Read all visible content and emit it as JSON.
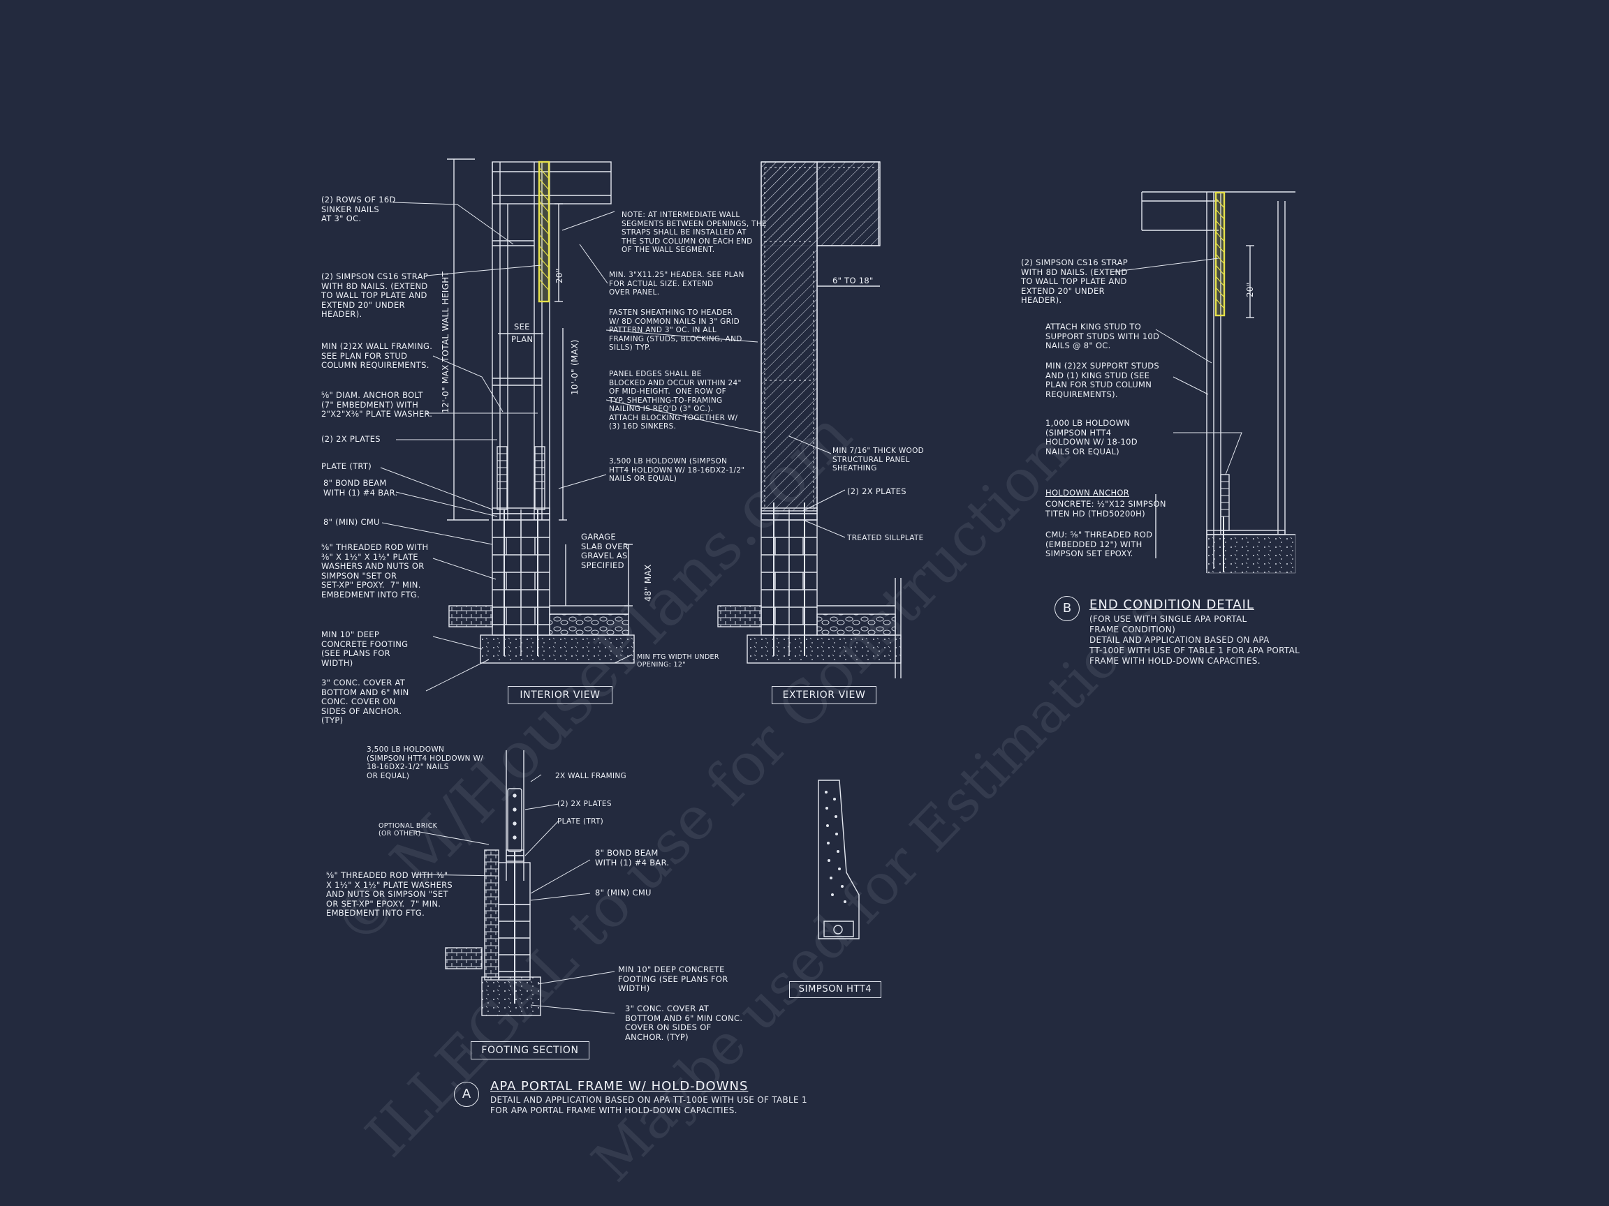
{
  "interior": {
    "notes": {
      "sinker": "(2) ROWS OF 16d\nSINKER NAILS\nAT 3\" OC.",
      "strap": "(2) SIMPSON CS16 STRAP\nWITH 8d NAILS. (EXTEND\nTO WALL TOP PLATE AND\nEXTEND 20\" UNDER\nHEADER).",
      "framing": "MIN (2)2X WALL FRAMING.\nSEE PLAN FOR STUD\nCOLUMN REQUIREMENTS.",
      "anchor": "⅝\" DIAM. ANCHOR BOLT\n(7\" EMBEDMENT) WITH\n2\"x2\"x⅜\" PLATE WASHER.",
      "plates": "(2) 2x PLATES",
      "plate_trt": "PLATE (TRT)",
      "bond_beam": "8\" BOND BEAM\nWITH (1) #4 BAR.",
      "cmu": "8\" (MIN) CMU",
      "rod": "⅝\" THREADED ROD WITH\n⅜\" x 1½\" x 1½\" PLATE\nWASHERS AND NUTS OR\nSIMPSON \"SET OR\nSET-XP\" EPOXY.  7\" MIN.\nEMBEDMENT INTO FTG.",
      "footing": "MIN 10\" DEEP\nCONCRETE FOOTING\n(SEE PLANS FOR\nWIDTH)",
      "cover": "3\" CONC. COVER AT\nBOTTOM AND 6\" MIN\nCONC. COVER ON\nSIDES OF ANCHOR.\n(TYP)",
      "note_segments": "NOTE: AT INTERMEDIATE WALL\nSEGMENTS BETWEEN OPENINGS, THE\nSTRAPS SHALL BE INSTALLED AT\nTHE STUD COLUMN ON EACH END\nOF THE WALL SEGMENT.",
      "header": "MIN. 3\"x11.25\" HEADER. SEE PLAN\nFOR ACTUAL SIZE. EXTEND\nOVER PANEL.",
      "fasten": "FASTEN SHEATHING TO HEADER\nW/ 8d COMMON NAILS IN 3\" GRID\nPATTERN AND 3\" OC. IN ALL\nFRAMING (STUDS, BLOCKING, AND\nSILLS) TYP.",
      "panel_edges": "PANEL EDGES SHALL BE\nBLOCKED AND OCCUR WITHIN 24\"\nOF MID-HEIGHT.  ONE ROW OF\nTYP. SHEATHING-TO-FRAMING\nNAILING IS REQ'D (3\" OC.).\nATTACH BLOCKING TOGETHER W/\n(3) 16d SINKERS.",
      "holdown": "3,500 LB HOLDOWN (SIMPSON\nHTT4 HOLDOWN W/ 18-16dx2-1/2\"\nNAILS OR EQUAL)",
      "slab": "GARAGE\nSLAB OVER\nGRAVEL AS\nSPECIFIED",
      "min_ftg": "MIN FTG WIDTH UNDER\nOPENING: 12\""
    },
    "dims": {
      "total_height": "12'-0\" MAX TOTAL WALL HEIGHT",
      "ten_max": "10'-0\" (MAX)",
      "twenty": "20\"",
      "see_plan_1": "SEE",
      "see_plan_2": "PLAN",
      "forty_eight": "48\" MAX"
    },
    "title": "INTERIOR VIEW"
  },
  "exterior": {
    "six_to_18": "6\" TO 18\"",
    "sheathing": "MIN 7/16\" THICK WOOD\nSTRUCTURAL PANEL\nSHEATHING",
    "plates": "(2) 2x PLATES",
    "sillplate": "TREATED SILLPLATE",
    "title": "EXTERIOR VIEW"
  },
  "end_condition": {
    "strap": "(2) SIMPSON CS16 STRAP\nWITH 8d NAILS. (EXTEND\nTO WALL TOP PLATE AND\nEXTEND 20\" UNDER\nHEADER).",
    "twenty": "20\"",
    "king_stud": "ATTACH KING STUD TO\nSUPPORT STUDS WITH 10d\nNAILS @ 8\" OC.",
    "support": "MIN (2)2X SUPPORT STUDS\nAND (1) KING STUD (SEE\nPLAN FOR STUD COLUMN\nREQUIREMENTS).",
    "holdown": "1,000 LB HOLDOWN\n(SIMPSON HTT4\nHOLDOWN W/ 18-10d\nNAILS OR EQUAL)",
    "anchor_head": "HOLDOWN ANCHOR",
    "concrete": "CONCRETE: ½\"x12 SIMPSON\nTITEN HD (THD50200H)",
    "cmu": "CMU: ⅝\" THREADED ROD\n(EMBEDDED 12\") WITH\nSIMPSON SET EPOXY.",
    "marker": "B",
    "heading": "END CONDITION DETAIL",
    "desc": "(FOR USE WITH SINGLE APA PORTAL\nFRAME CONDITION)\nDETAIL AND APPLICATION BASED ON APA\nTT-100E WITH USE OF TABLE 1 FOR APA PORTAL\nFRAME WITH HOLD-DOWN CAPACITIES."
  },
  "footing": {
    "holdown": "3,500 LB HOLDOWN\n(SIMPSON HTT4 HOLDOWN W/\n18-16dx2-1/2\" NAILS\nOR EQUAL)",
    "framing": "2X WALL FRAMING",
    "plates": "(2) 2x PLATES",
    "plate_trt": "PLATE (TRT)",
    "brick": "OPTIONAL BRICK\n(OR OTHER)",
    "rod": "⅝\" THREADED ROD WITH ⅜\"\nx 1½\" x 1½\" PLATE WASHERS\nAND NUTS OR SIMPSON \"SET\nOR SET-XP\" EPOXY.  7\" MIN.\nEMBEDMENT INTO FTG.",
    "bond_beam": "8\" BOND BEAM\nWITH (1) #4 BAR.",
    "cmu": "8\" (MIN) CMU",
    "footing": "MIN 10\" DEEP CONCRETE\nFOOTING (SEE PLANS FOR\nWIDTH)",
    "cover": "3\" CONC. COVER AT\nBOTTOM AND 6\" MIN CONC.\nCOVER ON SIDES OF\nANCHOR. (TYP)",
    "title": "FOOTING SECTION"
  },
  "simpson": {
    "title": "SIMPSON HTT4"
  },
  "portal": {
    "marker": "A",
    "heading": "APA PORTAL FRAME W/ HOLD-DOWNS",
    "desc": "DETAIL AND APPLICATION BASED ON APA TT-100E WITH USE OF TABLE 1\nFOR APA PORTAL FRAME WITH HOLD-DOWN CAPACITIES."
  },
  "watermark": {
    "line1": "© M/HousePlans.com",
    "line2": "ILLEGAL to use for Construction",
    "line3": "Maybe used for Estimations"
  },
  "colors": {
    "background": "#232a3e",
    "line": "#e3e7ef",
    "strap": "#e5e04a"
  }
}
